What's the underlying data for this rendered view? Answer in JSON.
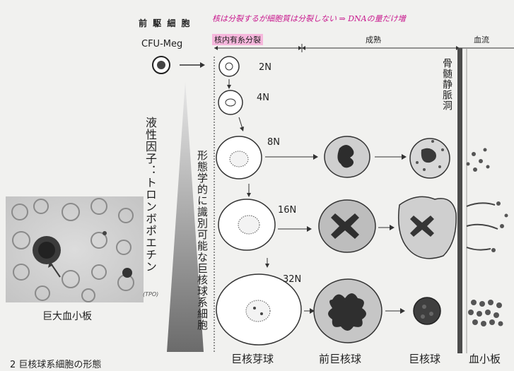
{
  "header": {
    "precursor": "前 駆 細 胞",
    "note": "核は分裂するが細胞質は分裂しない ⇒ DNAの量だけ増",
    "phase_nuclear": "核内有糸分裂",
    "phase_maturation": "成熟",
    "phase_blood": "血流"
  },
  "precursor_cell": {
    "label": "CFU-Meg"
  },
  "factor": {
    "text": "液性因子：トロンボポエチン",
    "abbr": "(TPO)"
  },
  "morph_note": "形態学的に識別可能な巨核球系細胞",
  "sinus_label": "骨髄静脈洞",
  "ploidy": [
    "2N",
    "4N",
    "8N",
    "16N",
    "32N"
  ],
  "stages": [
    "巨核芽球",
    "前巨核球",
    "巨核球",
    "血小板"
  ],
  "photo_caption": "巨大血小板",
  "figure_caption": "2 巨核球系細胞の形態"
}
